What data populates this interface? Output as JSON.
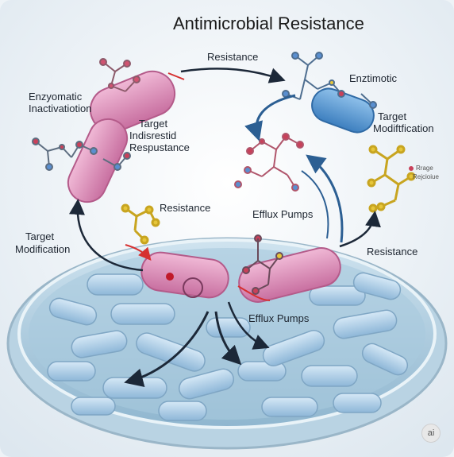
{
  "title": "Antimicrobial Resistance",
  "labels": {
    "resistance_top": "Resistance",
    "enzymatic_line1": "Enzyomatic",
    "enzymatic_line2": "Inactivatiotion",
    "target_mid_line1": "Target",
    "target_mid_line2": "Indisrestid",
    "target_mid_line3": "Respustance",
    "enzymatic_right": "Enztimotic",
    "target_right_line1": "Target",
    "target_right_line2": "Modiftfication",
    "small_text_line1": "Rrage",
    "small_text_line2": "Rejcioiue",
    "resistance_mid": "Resistance",
    "efflux_upper": "Efflux Pumps",
    "target_left_line1": "Target",
    "target_left_line2": "Modification",
    "resistance_right": "Resistance",
    "efflux_lower": "Efflux Pumps"
  },
  "badge": "ai",
  "colors": {
    "bacteria_pink": "#d98cb8",
    "bacteria_blue": "#9fc4e3",
    "molecule_red": "#c8415a",
    "molecule_yellow": "#e6c63a",
    "molecule_blue": "#5a8fd0",
    "arrow_dark": "#1c2838",
    "arrow_blue": "#2c5f93",
    "arrow_red": "#d63030"
  }
}
